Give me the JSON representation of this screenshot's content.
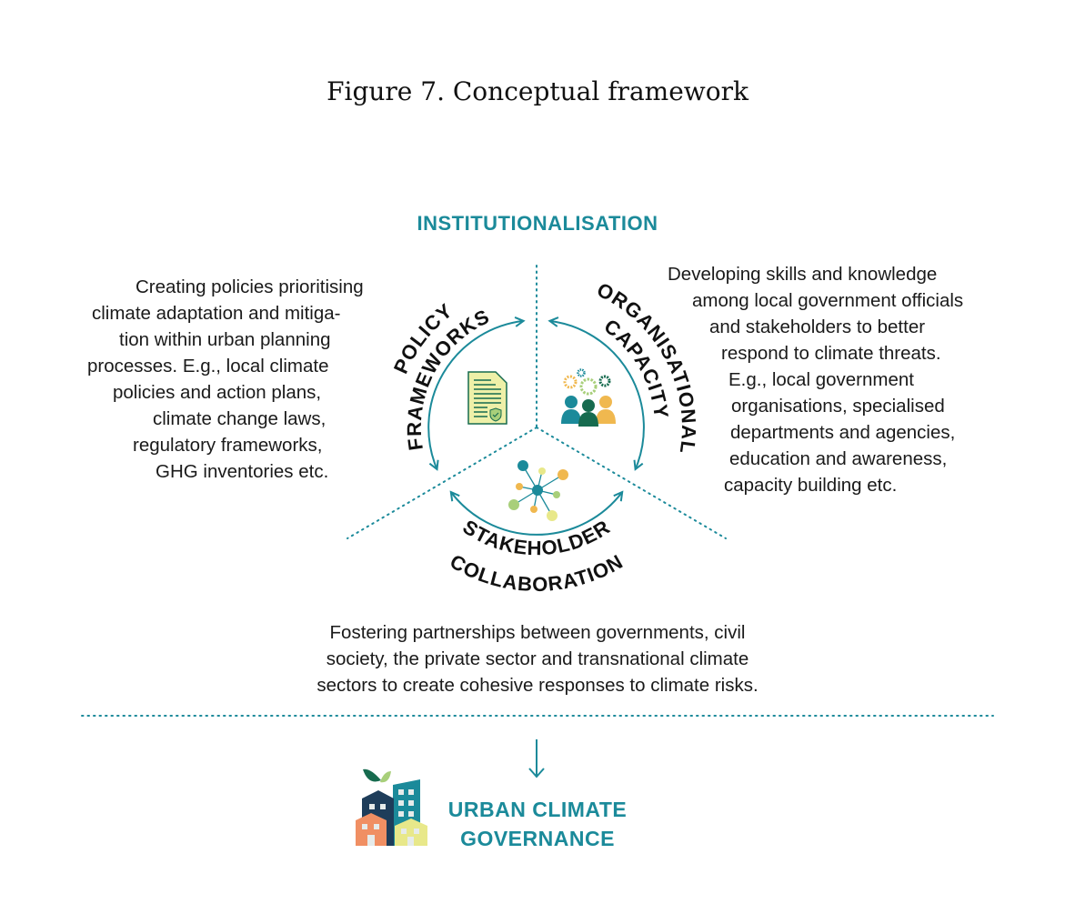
{
  "title": "Figure 7. Conceptual framework",
  "header": "INSTITUTIONALISATION",
  "pillars": {
    "policy": {
      "line1": "POLICY",
      "line2": "FRAMEWORKS"
    },
    "organisational": {
      "line1": "ORGANISATIONAL",
      "line2": "CAPACITY"
    },
    "stakeholder": {
      "line1": "STAKEHOLDER",
      "line2": "COLLABORATION"
    }
  },
  "policy_text": [
    "Creating policies prioritising",
    "climate adaptation and mitiga-",
    "tion within urban planning",
    "processes. E.g., local climate",
    "policies and action plans,",
    "climate change laws,",
    "regulatory frameworks,",
    "GHG inventories etc."
  ],
  "capacity_text": [
    "Developing skills and knowledge",
    "among local government officials",
    "and stakeholders to better",
    "respond to climate threats.",
    "E.g., local government",
    "organisations, specialised",
    "departments and agencies,",
    "education and awareness,",
    "capacity building etc."
  ],
  "collaboration_text": [
    "Fostering partnerships between governments, civil",
    "society, the private sector and transnational climate",
    "sectors to create cohesive responses to climate risks."
  ],
  "outcome": {
    "line1": "URBAN CLIMATE",
    "line2": "GOVERNANCE"
  },
  "colors": {
    "teal": "#1b8a9a",
    "dark_green": "#176b4f",
    "yellow": "#f0b84f",
    "light_green": "#a8cf7a",
    "pale_yellow": "#e8e88a",
    "navy": "#1e3d5a",
    "orange": "#f08f63"
  }
}
